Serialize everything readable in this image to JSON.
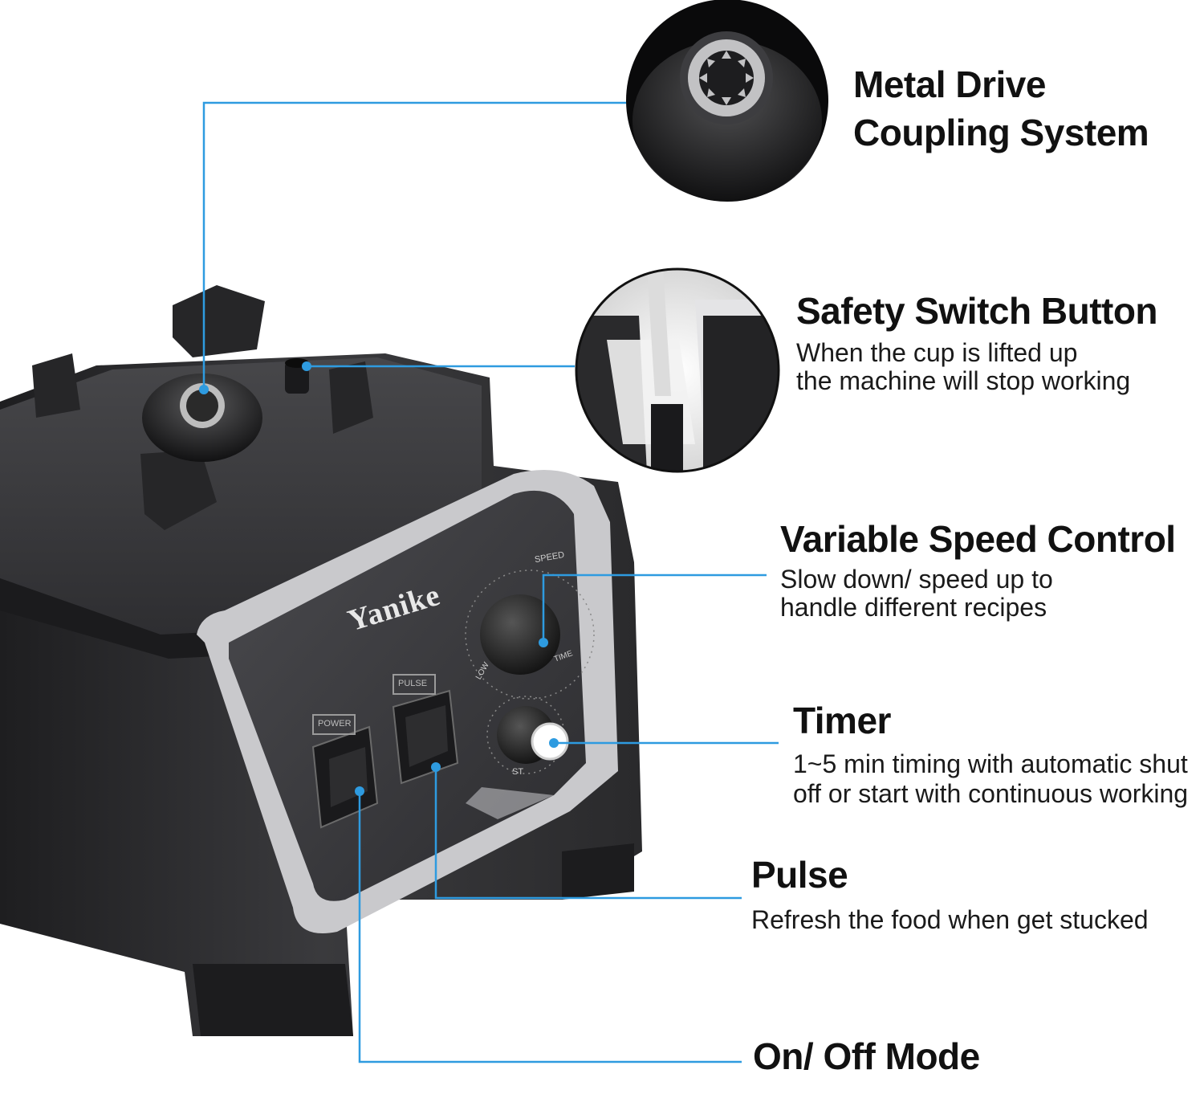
{
  "brand": "Yanike",
  "panel_labels": {
    "speed": "SPEED",
    "low": "LOW",
    "time": "TIME",
    "power": "POWER",
    "pulse": "PULSE",
    "start": "ST"
  },
  "features": [
    {
      "id": "coupling",
      "title_line1": "Metal Drive",
      "title_line2": "Coupling System"
    },
    {
      "id": "safety",
      "title": "Safety Switch Button",
      "desc_line1": "When the cup is lifted up",
      "desc_line2": "the machine will stop working"
    },
    {
      "id": "speed",
      "title": "Variable Speed Control",
      "desc_line1": "Slow down/ speed up to",
      "desc_line2": "handle different recipes"
    },
    {
      "id": "timer",
      "title": "Timer",
      "desc_line1": "1~5 min timing with automatic shut",
      "desc_line2": "off or start with continuous working"
    },
    {
      "id": "pulse",
      "title": "Pulse",
      "desc_line1": "Refresh the food when get stucked"
    },
    {
      "id": "onoff",
      "title": "On/ Off Mode"
    }
  ],
  "colors": {
    "callout_line": "#2e9be0",
    "body": "#2b2b2d",
    "panel": "#3a3a3d",
    "trim": "#c9c9cc"
  },
  "icons": [
    "coupling-closeup-image",
    "safety-switch-closeup-image",
    "blender-base-image"
  ]
}
